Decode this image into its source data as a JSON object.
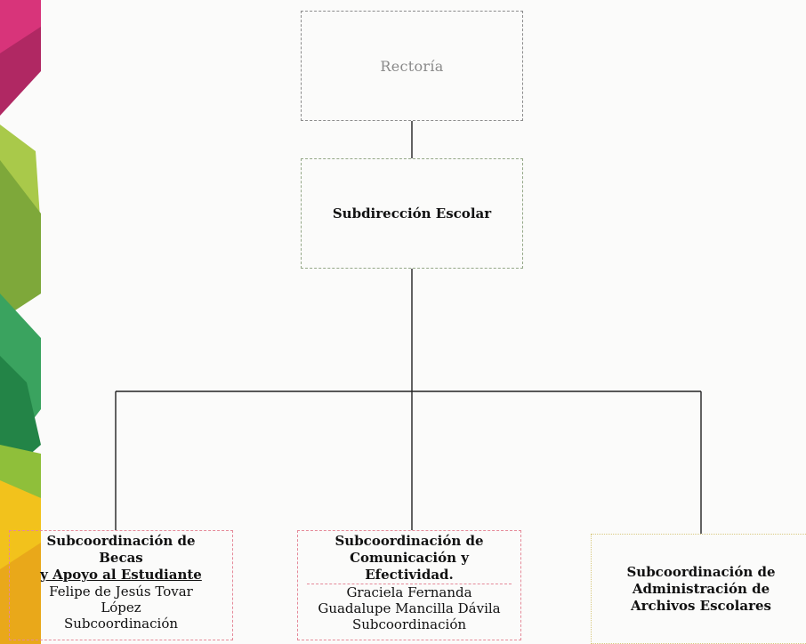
{
  "org_chart": {
    "top": {
      "title": "Rectoría"
    },
    "second": {
      "title": "Subdirección Escolar"
    },
    "units": [
      {
        "title_lines": [
          "Subcoordinación de",
          "Becas",
          "y Apoyo al Estudiante"
        ],
        "person_lines": [
          "Felipe de Jesús Tovar",
          "López"
        ],
        "role": "Subcoordinación"
      },
      {
        "title_lines": [
          "Subcoordinación de",
          "Comunicación y",
          "Efectividad."
        ],
        "person_lines": [
          "Graciela Fernanda",
          "Guadalupe Mancilla Dávila"
        ],
        "role": "Subcoordinación"
      },
      {
        "title_lines": [
          "Subcoordinación de",
          "Administración de",
          "Archivos Escolares"
        ]
      }
    ]
  },
  "colors": {
    "stripe_top": "#d8347a",
    "stripe_mid": "#8fbf3a",
    "stripe_low": "#2fa35a",
    "stripe_bottom": "#f2c21c",
    "box_pink": "#e58a99",
    "box_green": "#95a888",
    "box_gold": "#d8c980"
  }
}
